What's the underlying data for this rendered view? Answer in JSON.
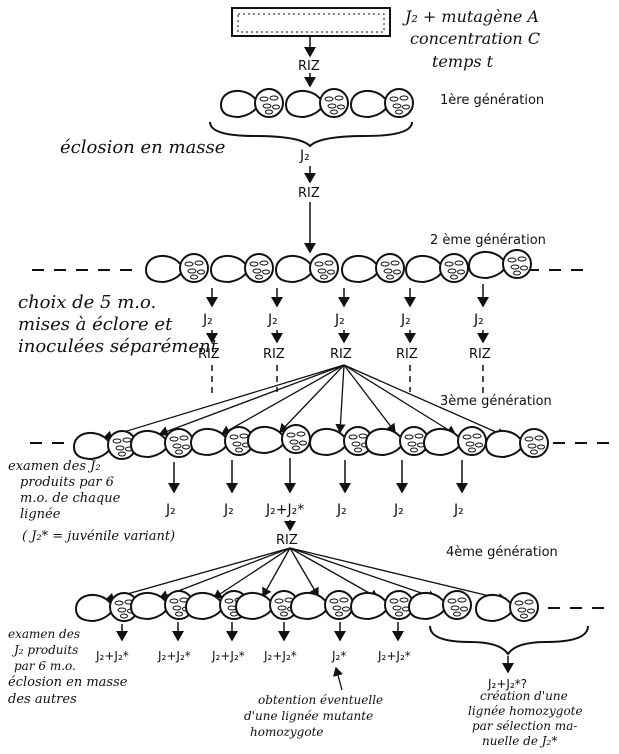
{
  "top": {
    "input_line1": "J₂ + mutagène A",
    "input_line2": "concentration C",
    "input_line3": "temps t",
    "riz_1": "RIZ"
  },
  "generations": {
    "g1": "1ère génération",
    "g2": "2 ème génération",
    "g3": "3ème génération",
    "g4": "4ème génération"
  },
  "step1": {
    "mass_hatch": "éclosion en masse",
    "j2": "J₂",
    "riz": "RIZ"
  },
  "step2": {
    "choice_line1": "choix de 5 m.o.",
    "choice_line2": "mises à éclore et",
    "choice_line3": "inoculées séparément",
    "j2": "J₂",
    "riz": "RIZ"
  },
  "step3": {
    "exam_line1": "examen des J₂",
    "exam_line2": "produits par 6",
    "exam_line3": "m.o. de chaque",
    "exam_line4": "lignée",
    "legend": "( J₂* = juvénile variant)",
    "j2": "J₂",
    "j2_mixed": "J₂+J₂*",
    "riz": "RIZ"
  },
  "step4": {
    "exam_line1": "examen des",
    "exam_line2": "J₂ produits",
    "exam_line3": "par 6 m.o.",
    "exam_line4": "éclosion en masse",
    "exam_line5": "des autres",
    "j2_mixed": "J₂+J₂*",
    "j2_star": "J₂*",
    "j2_mixed_q": "J₂+J₂*?",
    "note_mid_1": "obtention éventuelle",
    "note_mid_2": "d'une lignée mutante",
    "note_mid_3": "homozygote",
    "note_right_1": "création d'une",
    "note_right_2": "lignée homozygote",
    "note_right_3": "par sélection ma-",
    "note_right_4": "nuelle de J₂*"
  }
}
